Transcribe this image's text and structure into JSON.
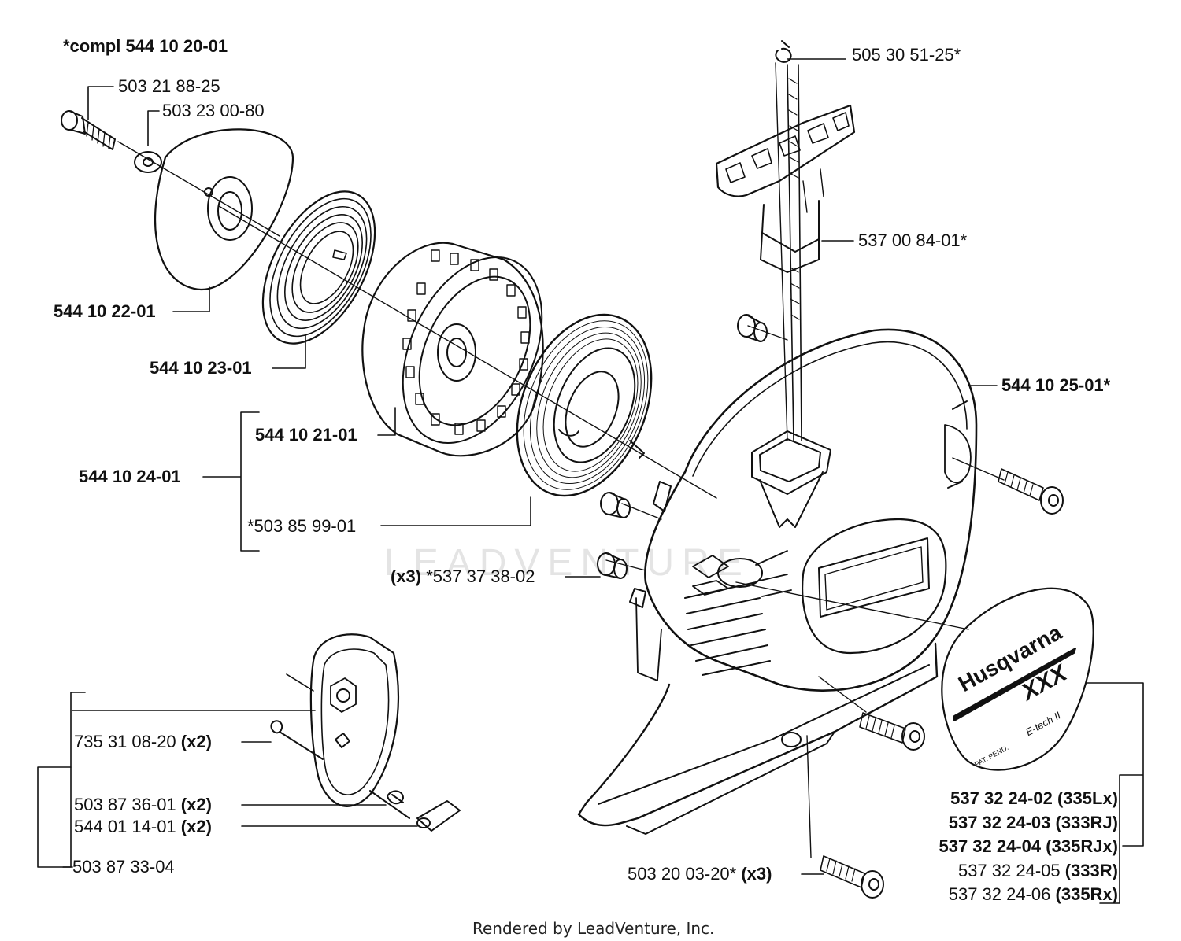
{
  "title": "*compl 544 10 20-01",
  "footer": "Rendered by LeadVenture, Inc.",
  "watermark": "LEADVENTURE",
  "labels": {
    "p1": "503 21 88-25",
    "p2": "503 23 00-80",
    "p3": "544 10 22-01",
    "p4": "544 10 23-01",
    "p5": "544 10 21-01",
    "p6": "544 10 24-01",
    "p7": "*503 85 99-01",
    "p8_qty": "(x3)",
    "p8": "*537 37 38-02",
    "p9": "505 30 51-25*",
    "p10": "537 00 84-01*",
    "p11": "544 10 25-01*",
    "p12": "735 31 08-20",
    "p12_qty": "(x2)",
    "p13": "503 87 36-01",
    "p13_qty": "(x2)",
    "p14": "544 01 14-01",
    "p14_qty": "(x2)",
    "p15": "503 87 33-04",
    "p16": "503 20 03-20*",
    "p16_qty": "(x3)"
  },
  "decals": [
    {
      "part": "537 32 24-02",
      "model": "(335Lx)"
    },
    {
      "part": "537 32 24-03",
      "model": "(333RJ)"
    },
    {
      "part": "537 32 24-04",
      "model": "(335RJx)"
    },
    {
      "part": "537 32 24-05",
      "model": "(333R)"
    },
    {
      "part": "537 32 24-06",
      "model": "(335Rx)"
    }
  ],
  "decal_art": {
    "brand": "Husqvarna",
    "model": "XXX",
    "tag": "E-tech II",
    "patent": "PAT. PEND."
  }
}
